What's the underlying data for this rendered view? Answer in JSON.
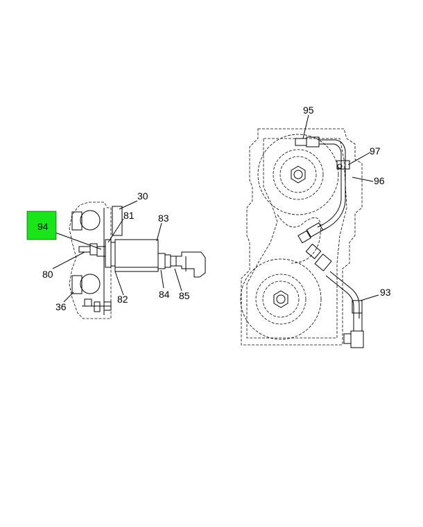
{
  "highlight_color": "#19e619",
  "callouts": {
    "c30": "30",
    "c36": "36",
    "c80": "80",
    "c81": "81",
    "c82": "82",
    "c83": "83",
    "c84": "84",
    "c85": "85",
    "c93": "93",
    "c94": "94",
    "c95": "95",
    "c96": "96",
    "c97": "97"
  }
}
